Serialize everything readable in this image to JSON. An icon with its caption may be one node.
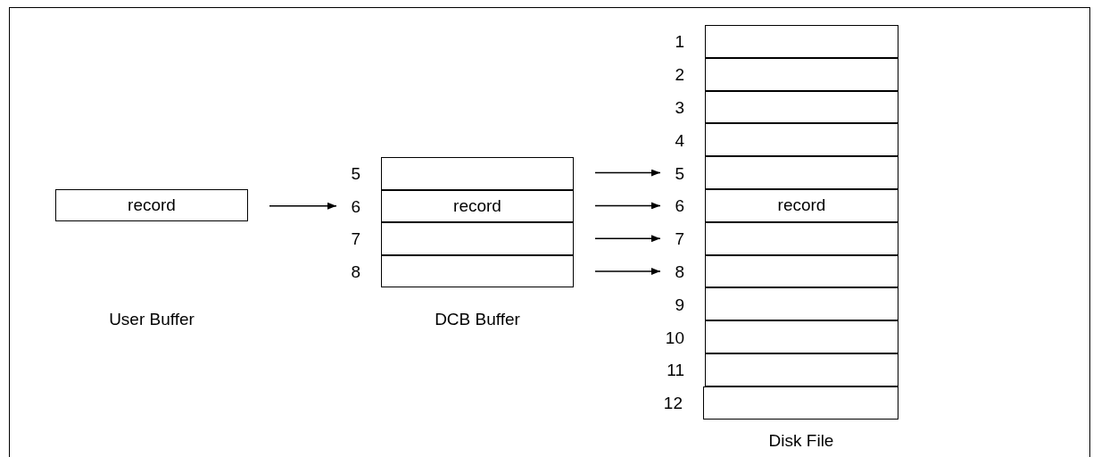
{
  "diagram": {
    "nodes": [
      {
        "text": [
          "record"
        ]
      },
      {
        "text": [],
        "shape": "box",
        "beside": [
          "5"
        ]
      },
      {
        "text": [
          "record"
        ],
        "beside": [
          "6"
        ]
      },
      {
        "text": [],
        "shape": "box",
        "beside": [
          "7"
        ]
      },
      {
        "text": [],
        "shape": "box",
        "beside": [
          "8"
        ]
      },
      {
        "text": [],
        "shape": "box",
        "beside": [
          "1"
        ]
      },
      {
        "text": [],
        "shape": "box",
        "beside": [
          "2"
        ]
      },
      {
        "text": [],
        "shape": "box",
        "beside": [
          "3"
        ]
      },
      {
        "text": [],
        "shape": "box",
        "beside": [
          "4"
        ]
      },
      {
        "text": [],
        "shape": "box",
        "beside": [
          "5"
        ]
      },
      {
        "text": [
          "record"
        ],
        "beside": [
          "6"
        ]
      },
      {
        "text": [],
        "shape": "box",
        "beside": [
          "7"
        ]
      },
      {
        "text": [],
        "shape": "box",
        "beside": [
          "8"
        ]
      },
      {
        "text": [],
        "shape": "box",
        "beside": [
          "9"
        ]
      },
      {
        "text": [],
        "shape": "box",
        "beside": [
          "10"
        ]
      },
      {
        "text": [],
        "shape": "box",
        "beside": [
          "11"
        ]
      },
      {
        "text": [],
        "shape": "box",
        "beside": [
          "12"
        ]
      }
    ],
    "edges": [
      {
        "from": 0,
        "to": 2,
        "arrow": "to"
      },
      {
        "from": 1,
        "to": 9,
        "arrow": "to"
      },
      {
        "from": 2,
        "to": 10,
        "arrow": "to"
      },
      {
        "from": 3,
        "to": 11,
        "arrow": "to"
      },
      {
        "from": 4,
        "to": 12,
        "arrow": "to"
      }
    ],
    "labels": [
      "User Buffer",
      "DCB Buffer",
      "Disk File"
    ]
  }
}
